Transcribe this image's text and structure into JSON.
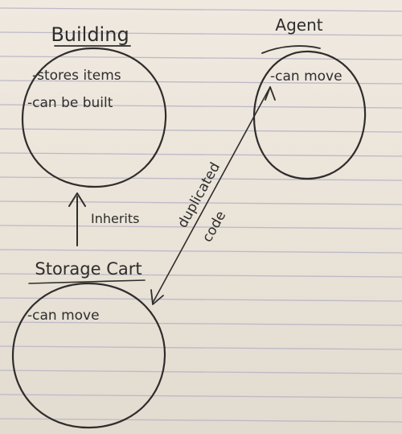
{
  "diagram": {
    "nodes": {
      "building": {
        "title": "Building",
        "items": [
          "-stores items",
          "-can be built"
        ]
      },
      "agent": {
        "title": "Agent",
        "items": [
          "-can move"
        ]
      },
      "storage_cart": {
        "title": "Storage Cart",
        "items": [
          "-can move"
        ]
      }
    },
    "edges": {
      "inherits": {
        "label": "Inherits",
        "from": "Storage Cart",
        "to": "Building"
      },
      "duplicated": {
        "label_line1": "duplicated",
        "label_line2": "code",
        "between": [
          "Agent",
          "Storage Cart"
        ]
      }
    }
  },
  "colors": {
    "paper": "#ece6dc",
    "ruled_line": "#b9b4c6",
    "ink": "#2f2d2c"
  }
}
